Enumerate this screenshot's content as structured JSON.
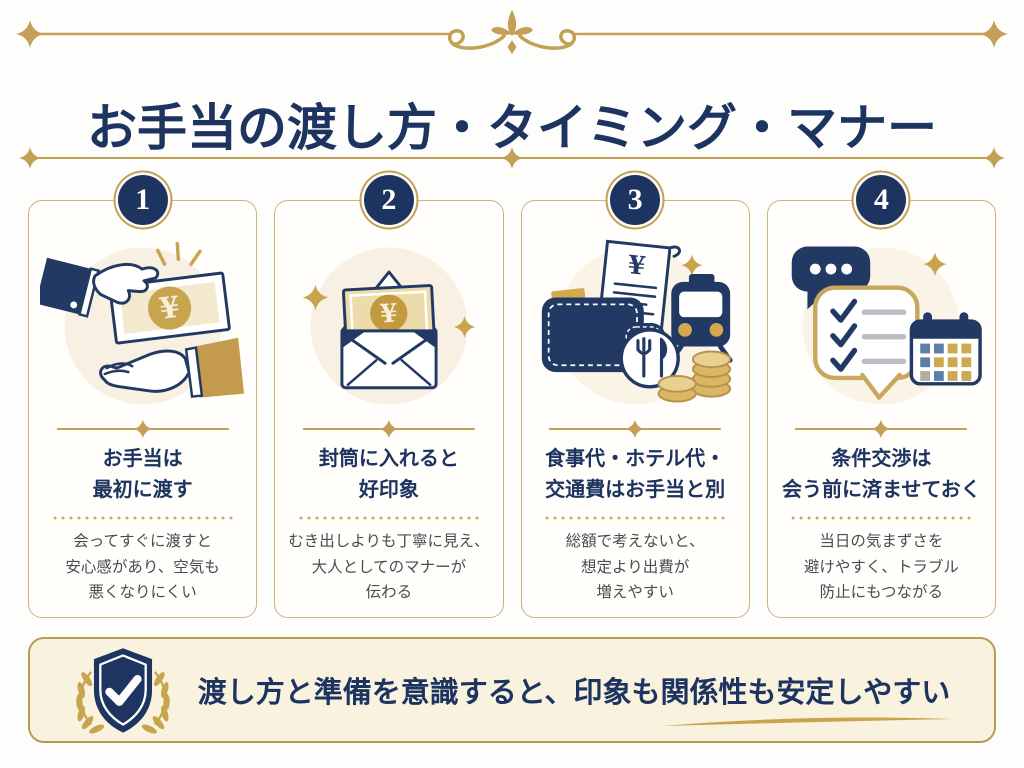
{
  "header": {
    "title": "お手当の渡し方・タイミング・マナー"
  },
  "cards": [
    {
      "number": "1",
      "heading": "お手当は\n最初に渡す",
      "body": "会ってすぐに渡すと\n安心感があり、空気も\n悪くなりにくい",
      "illustration": "hand-giving-banknote"
    },
    {
      "number": "2",
      "heading": "封筒に入れると\n好印象",
      "body": "むき出しよりも丁寧に見え、\n大人としてのマナーが\n伝わる",
      "illustration": "envelope-with-banknote"
    },
    {
      "number": "3",
      "heading": "食事代・ホテル代・\n交通費はお手当と別",
      "body": "総額で考えないと、\n想定より出費が\n増えやすい",
      "illustration": "wallet-receipt-train-cutlery-coins"
    },
    {
      "number": "4",
      "heading": "条件交渉は\n会う前に済ませておく",
      "body": "当日の気まずさを\n避けやすく、トラブル\n防止にもつながる",
      "illustration": "chat-checklist-calendar"
    }
  ],
  "footer": {
    "message": "渡し方と準備を意識すると、印象も関係性も安定しやすい"
  },
  "icons": {
    "yen_symbol": "¥",
    "shield": "shield-checkmark-laurel-icon",
    "sparkle": "four-point-star-icon",
    "flourish": "gold-scroll-flourish-icon"
  },
  "colors": {
    "navy": "#1d3360",
    "navy_illustration": "#223a63",
    "gold": "#c3a055",
    "gold_coin": "#d9b765",
    "cream_circle": "#f8f1e3",
    "card_bg": "#fffefa",
    "card_border": "#cdb37c",
    "banner_bg": "#f9f2df",
    "banner_border": "#b89a55",
    "body_text": "#4b4b52"
  }
}
